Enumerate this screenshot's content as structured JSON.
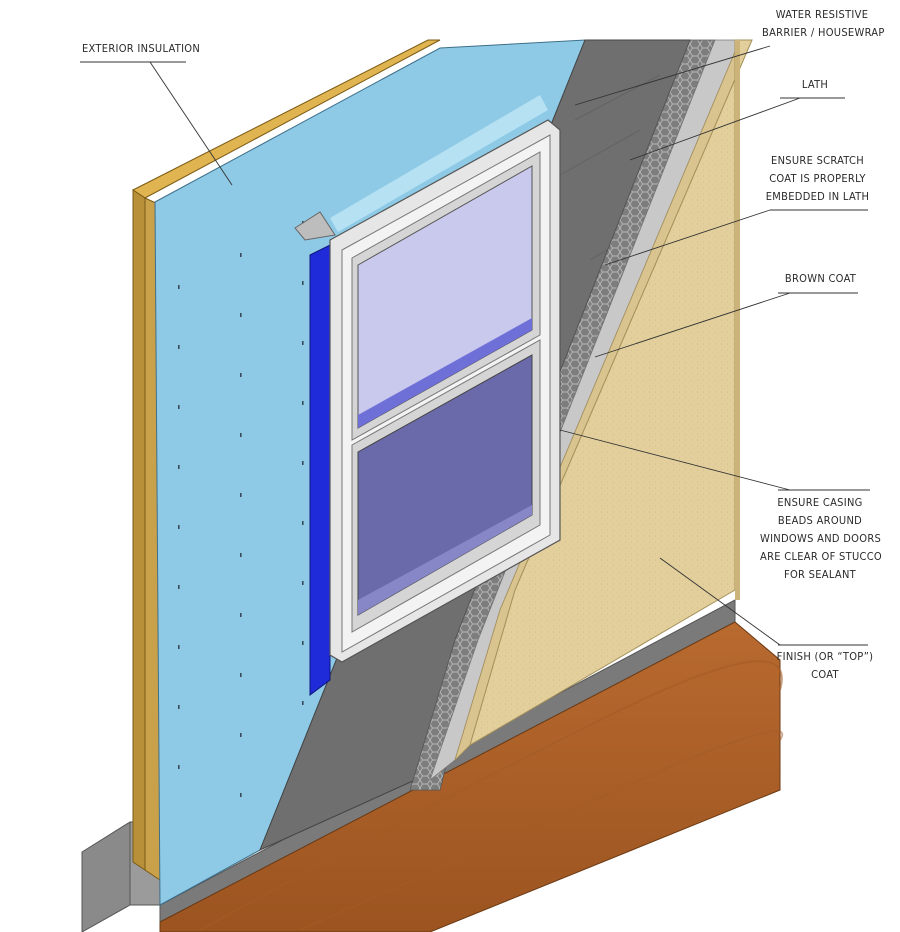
{
  "labels": {
    "exterior_insulation": "EXTERIOR INSULATION",
    "wrb": [
      "WATER RESISTIVE",
      "BARRIER / HOUSEWRAP"
    ],
    "lath": "LATH",
    "scratch_coat": [
      "ENSURE SCRATCH",
      "COAT IS PROPERLY",
      "EMBEDDED IN LATH"
    ],
    "brown_coat": "BROWN COAT",
    "casing_beads": [
      "ENSURE CASING",
      "BEADS AROUND",
      "WINDOWS AND DOORS",
      "ARE CLEAR OF STUCCO",
      "FOR SEALANT"
    ],
    "finish_coat": [
      "FINISH (OR “TOP”)",
      "COAT"
    ]
  },
  "colors": {
    "insulation": "#8ecae6",
    "framing": "#c9a14a",
    "housewrap": "#6f6f6f",
    "lath": "#9a9a9a",
    "scratch_coat": "#c8c8c8",
    "brown_coat": "#d9c48f",
    "finish_coat": "#e2cf9c",
    "flashing_tape": "#1f2bd8",
    "window_frame": "#e6e6e6",
    "glass": "#c9c9ee",
    "ground": "#b5662c",
    "foundation": "#8a8a8a"
  }
}
